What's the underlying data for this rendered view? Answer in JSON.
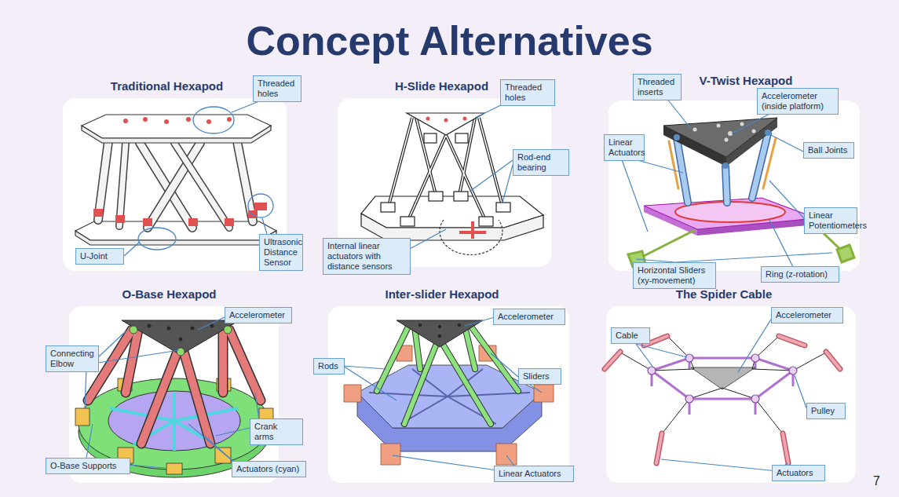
{
  "diagram": {
    "title": "Concept Alternatives",
    "nodes": [
      {
        "text": [
          "Traditional Hexapod"
        ]
      },
      {
        "text": [
          "Threaded holes"
        ],
        "in": 0
      },
      {
        "text": [
          "U-Joint"
        ],
        "in": 0
      },
      {
        "text": [
          "Ultrasonic Distance Sensor"
        ],
        "in": 0
      },
      {
        "text": [
          "H-Slide Hexapod"
        ]
      },
      {
        "text": [
          "Threaded holes"
        ],
        "in": 4
      },
      {
        "text": [
          "Rod-end bearing"
        ],
        "in": 4
      },
      {
        "text": [
          "Internal linear actuators with distance sensors"
        ],
        "in": 4
      },
      {
        "text": [
          "V-Twist Hexapod"
        ]
      },
      {
        "text": [
          "Threaded inserts"
        ],
        "in": 8
      },
      {
        "text": [
          "Accelerometer (inside platform)"
        ],
        "in": 8
      },
      {
        "text": [
          "Linear Actuators"
        ],
        "in": 8
      },
      {
        "text": [
          "Ball Joints"
        ],
        "in": 8
      },
      {
        "text": [
          "Linear Potentiometers"
        ],
        "in": 8
      },
      {
        "text": [
          "Horizontal Sliders (xy-movement)"
        ],
        "in": 8
      },
      {
        "text": [
          "Ring (z-rotation)"
        ],
        "in": 8
      },
      {
        "text": [
          "O-Base Hexapod"
        ]
      },
      {
        "text": [
          "Accelerometer"
        ],
        "in": 16
      },
      {
        "text": [
          "Connecting Elbow"
        ],
        "in": 16
      },
      {
        "text": [
          "Crank arms"
        ],
        "in": 16
      },
      {
        "text": [
          "O-Base Supports"
        ],
        "in": 16
      },
      {
        "text": [
          "Actuators (cyan)"
        ],
        "in": 16
      },
      {
        "text": [
          "Inter-slider Hexapod"
        ]
      },
      {
        "text": [
          "Accelerometer"
        ],
        "in": 22
      },
      {
        "text": [
          "Rods"
        ],
        "in": 22
      },
      {
        "text": [
          "Sliders"
        ],
        "in": 22
      },
      {
        "text": [
          "Linear Actuators"
        ],
        "in": 22
      },
      {
        "text": [
          "The Spider Cable"
        ]
      },
      {
        "text": [
          "Accelerometer"
        ],
        "in": 27
      },
      {
        "text": [
          "Cable"
        ],
        "in": 27
      },
      {
        "text": [
          "Pulley"
        ],
        "in": 27
      },
      {
        "text": [
          "Actuators"
        ],
        "in": 27
      }
    ],
    "labels": [
      "7"
    ]
  }
}
